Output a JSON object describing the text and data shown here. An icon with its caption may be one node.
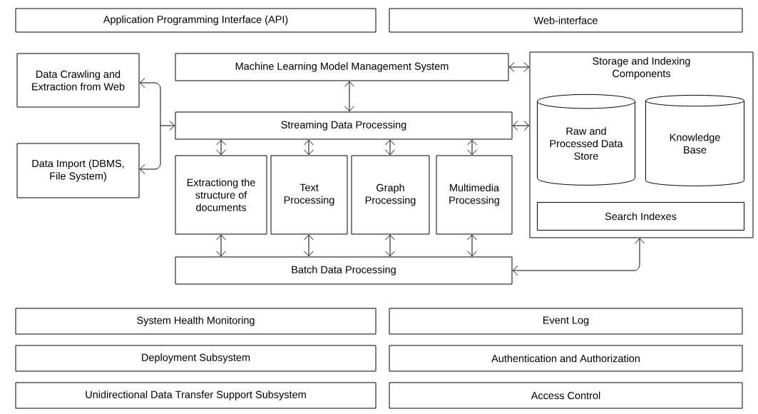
{
  "diagram": {
    "nodes": [
      {
        "text": [
          "Application Programming Interface (API)"
        ]
      },
      {
        "text": [
          "Web-interface"
        ]
      },
      {
        "text": [
          "Data Crawling and Extraction from Web"
        ]
      },
      {
        "text": [
          "Data Import (DBMS, File System)"
        ]
      },
      {
        "text": [
          "Machine Learning Model Management System"
        ]
      },
      {
        "text": [
          "Streaming Data Processing"
        ]
      },
      {
        "text": [
          "Extractiong the structure of documents"
        ]
      },
      {
        "text": [
          "Text Processing"
        ]
      },
      {
        "text": [
          "Graph Processing"
        ]
      },
      {
        "text": [
          "Multimedia Processing"
        ]
      },
      {
        "text": [
          "Batch Data Processing"
        ]
      },
      {
        "text": [
          "Storage and Indexing Components"
        ]
      },
      {
        "text": [
          "Raw and Processed Data Store"
        ],
        "in": 11
      },
      {
        "text": [
          "Knowledge Base"
        ],
        "in": 11
      },
      {
        "text": [
          "Search Indexes"
        ],
        "in": 11
      },
      {
        "text": [
          "System Health Monitoring"
        ]
      },
      {
        "text": [
          "Event Log"
        ]
      },
      {
        "text": [
          "Deployment Subsystem"
        ]
      },
      {
        "text": [
          "Authentication and Authorization"
        ]
      },
      {
        "text": [
          "Unidirectional Data Transfer Support Subsystem"
        ]
      },
      {
        "text": [
          "Access Control"
        ]
      }
    ],
    "edges": [
      {
        "from": 4,
        "to": 11,
        "arrow": "both"
      },
      {
        "from": 5,
        "to": 11,
        "arrow": "both"
      },
      {
        "from": 4,
        "to": 5,
        "arrow": "both"
      },
      {
        "from": 2,
        "to": 5,
        "arrow": "both"
      },
      {
        "from": 3,
        "to": 5,
        "arrow": "both"
      },
      {
        "from": 5,
        "to": 6,
        "arrow": "both"
      },
      {
        "from": 5,
        "to": 7,
        "arrow": "both"
      },
      {
        "from": 5,
        "to": 8,
        "arrow": "both"
      },
      {
        "from": 5,
        "to": 9,
        "arrow": "both"
      },
      {
        "from": 6,
        "to": 10,
        "arrow": "both"
      },
      {
        "from": 7,
        "to": 10,
        "arrow": "both"
      },
      {
        "from": 8,
        "to": 10,
        "arrow": "both"
      },
      {
        "from": 9,
        "to": 10,
        "arrow": "both"
      },
      {
        "from": 10,
        "to": 11,
        "arrow": "both"
      }
    ]
  }
}
